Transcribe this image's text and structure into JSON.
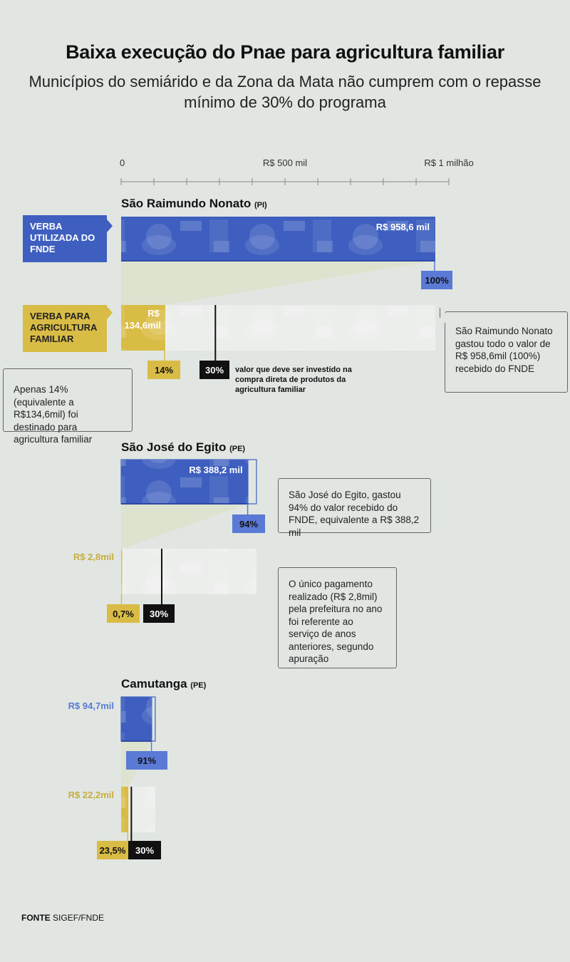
{
  "header": {
    "title": "Baixa execução do Pnae para agricultura familiar",
    "subtitle": "Municípios do semiárido e da Zona da Mata não cumprem com o repasse mínimo de 30% do programa"
  },
  "labels": {
    "fnde": "VERBA UTILIZADA DO FNDE",
    "familiar": "VERBA PARA AGRICULTURA FAMILIAR",
    "note_30": "valor que deve ser investido na compra direta de produtos da agricultura familiar"
  },
  "callouts": {
    "sao_raimundo_fnde": "São Raimundo Nonato gastou todo o valor de R$ 958,6mil (100%) recebido do FNDE",
    "sao_raimundo_familiar": "Apenas 14% (equivalente a R$134,6mil) foi destinado para agricultura familiar",
    "sao_jose_fnde": "São José do Egito, gastou 94% do valor recebido do FNDE, equivalente a R$ 388,2 mil",
    "sao_jose_familiar": "O único pagamento realizado (R$ 2,8mil) pela prefeitura no ano foi referente ao serviço de anos anteriores, segundo apuração"
  },
  "source": {
    "label": "FONTE",
    "text": "SIGEF/FNDE"
  },
  "colors": {
    "background": "#e1e6e2",
    "fnde_blue": "#3e5fbf",
    "fnde_tag": "#5a7ad6",
    "familiar_yellow": "#d9bc45",
    "familiar_text": "#c9ad3e",
    "required_black": "#111111"
  },
  "chart_data": {
    "type": "bar",
    "xaxis": {
      "ticks": [
        0,
        500,
        1000
      ],
      "tick_labels": [
        "0",
        "R$ 500 mil",
        "R$ 1 milhão"
      ],
      "minor_step": 100,
      "range": [
        0,
        1000
      ],
      "unit": "R$ mil"
    },
    "cities": [
      {
        "name": "São Raimundo Nonato",
        "state": "(PI)",
        "received": 958.6,
        "fnde_value": 958.6,
        "fnde_label": "R$ 958,6 mil",
        "fnde_pct": "100%",
        "familiar_value": 134.6,
        "familiar_label": "R$ 134,6mil",
        "familiar_pct": "14%",
        "required_pct": "30%",
        "required_share": 0.3
      },
      {
        "name": "São José do Egito",
        "state": "(PE)",
        "received": 413,
        "fnde_value": 388.2,
        "fnde_label": "R$ 388,2 mil",
        "fnde_pct": "94%",
        "familiar_value": 2.8,
        "familiar_label": "R$ 2,8mil",
        "familiar_pct": "0,7%",
        "required_pct": "30%",
        "required_share": 0.3
      },
      {
        "name": "Camutanga",
        "state": "(PE)",
        "received": 104,
        "fnde_value": 94.7,
        "fnde_label": "R$ 94,7mil",
        "fnde_pct": "91%",
        "familiar_value": 22.2,
        "familiar_label": "R$ 22,2mil",
        "familiar_pct": "23,5%",
        "required_pct": "30%",
        "required_share": 0.3
      }
    ]
  }
}
